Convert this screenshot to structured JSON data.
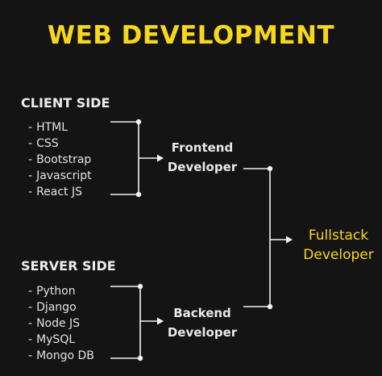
{
  "title": "WEB DEVELOPMENT",
  "client_side": {
    "heading": "CLIENT SIDE",
    "items": [
      "HTML",
      "CSS",
      "Bootstrap",
      "Javascript",
      "React JS"
    ]
  },
  "server_side": {
    "heading": "SERVER SIDE",
    "items": [
      "Python",
      "Django",
      "Node JS",
      "MySQL",
      "Mongo DB"
    ]
  },
  "roles": {
    "frontend_line1": "Frontend",
    "frontend_line2": "Developer",
    "backend_line1": "Backend",
    "backend_line2": "Developer",
    "fullstack_line1": "Fullstack",
    "fullstack_line2": "Developer"
  },
  "colors": {
    "background": "#141414",
    "accent": "#f6d71c",
    "text": "#e8e8e8"
  }
}
